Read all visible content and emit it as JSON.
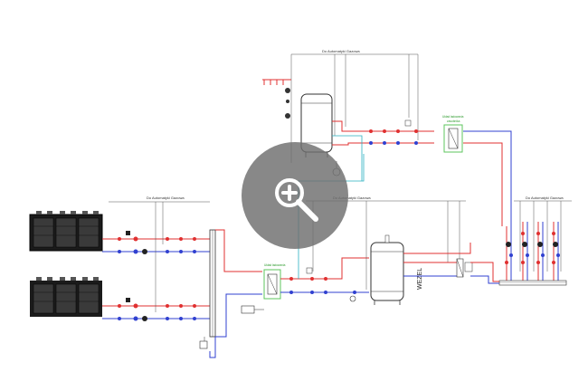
{
  "diagram": {
    "labels": {
      "top_automation": "Do Automatyki Gazowa",
      "mid_automation": "Do Automatyki Gazowa",
      "left_automation": "Do Automatyki Gazowa",
      "right_automation": "Do Automatyki Gazowa",
      "hx_top_label": "Układ ładowania",
      "hx_top_label2": "zasobnika",
      "hx_mid_label": "Układ ładowania",
      "wezel": "WEZEL"
    },
    "colors": {
      "supply": "#e03030",
      "return": "#3040d0",
      "line": "#333333",
      "cyan": "#2ab0c0",
      "green_box": "#5cc65c"
    },
    "icons": {
      "zoom": "zoom-in-magnifier-icon",
      "chiller": "chiller-unit-icon",
      "tank": "storage-tank-icon",
      "heat_exchanger": "plate-heat-exchanger-icon",
      "pump": "circulation-pump-icon",
      "valve": "valve-icon"
    }
  }
}
